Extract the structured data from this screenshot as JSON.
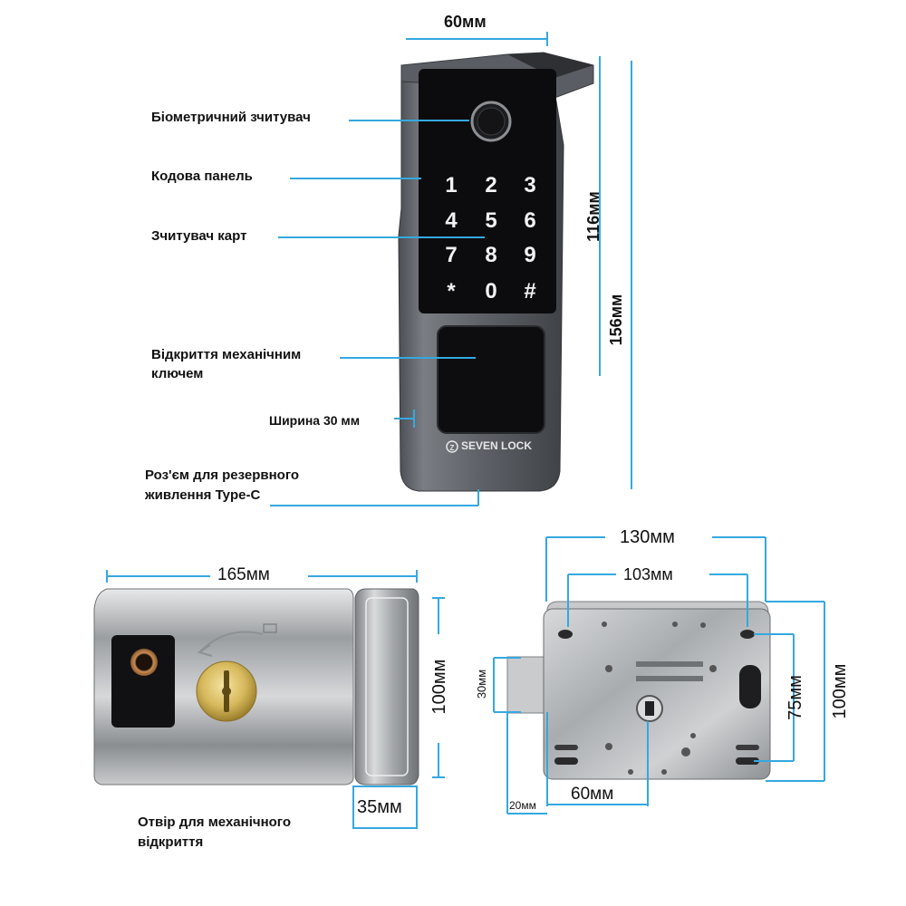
{
  "callouts": {
    "biometric": "Біометричний зчитувач",
    "keypad": "Кодова панель",
    "card_reader": "Зчитувач карт",
    "mech_key_line1": "Відкриття механічним",
    "mech_key_line2": "ключем",
    "width": "Ширина 30 мм",
    "usb_line1": "Роз'єм для резервного",
    "usb_line2": "живлення Type-C",
    "mech_hole_line1": "Отвір для механічного",
    "mech_hole_line2": "відкриття"
  },
  "dimensions": {
    "outer_width": "60мм",
    "keypad_height": "116мм",
    "outer_height": "156мм",
    "lock_width": "165мм",
    "lock_height": "100мм",
    "lock_depth": "35мм",
    "back_width": "130мм",
    "hole_spacing": "103мм",
    "bolt_height": "30мм",
    "hole_vertical": "75мм",
    "back_height": "100мм",
    "backset": "60мм",
    "bolt_offset": "20мм"
  },
  "keypad": {
    "keys": [
      "1",
      "2",
      "3",
      "4",
      "5",
      "6",
      "7",
      "8",
      "9",
      "*",
      "0",
      "#"
    ]
  },
  "brand": {
    "logo_text": "SEVEN LOCK"
  },
  "colors": {
    "dimension_line": "#35a8e0",
    "device_body": "#5c5f66",
    "panel_black": "#0c0c0e",
    "steel": "#c4c6c8"
  },
  "icons": {
    "fingerprint": "fingerprint-sensor-icon",
    "keyhole": "key-cylinder-icon"
  }
}
